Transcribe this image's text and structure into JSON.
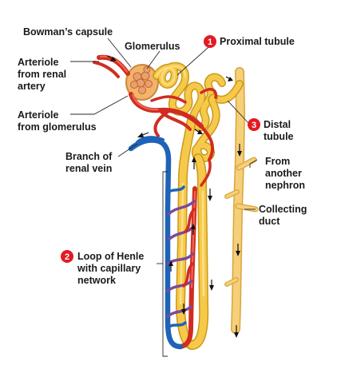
{
  "labels": {
    "bowmans_capsule": "Bowman’s capsule",
    "glomerulus": "Glomerulus",
    "arteriole_renal_1": "Arteriole",
    "arteriole_renal_2": "from renal",
    "arteriole_renal_3": "artery",
    "arteriole_glom_1": "Arteriole",
    "arteriole_glom_2": "from glomerulus",
    "renal_vein_1": "Branch of",
    "renal_vein_2": "renal vein",
    "proximal_tubule": "Proximal tubule",
    "distal_tubule_1": "Distal",
    "distal_tubule_2": "tubule",
    "from_nephron_1": "From",
    "from_nephron_2": "another",
    "from_nephron_3": "nephron",
    "collecting_duct_1": "Collecting",
    "collecting_duct_2": "duct",
    "loop_henle_1": "Loop of Henle",
    "loop_henle_2": "with capillary",
    "loop_henle_3": "network"
  },
  "markers": {
    "proximal": "1",
    "loop": "2",
    "distal": "3"
  },
  "colors": {
    "marker_red": "#e31b23",
    "tubule_yellow": "#f7c94a",
    "artery_red": "#d12c20",
    "vein_blue": "#1e63b8"
  }
}
